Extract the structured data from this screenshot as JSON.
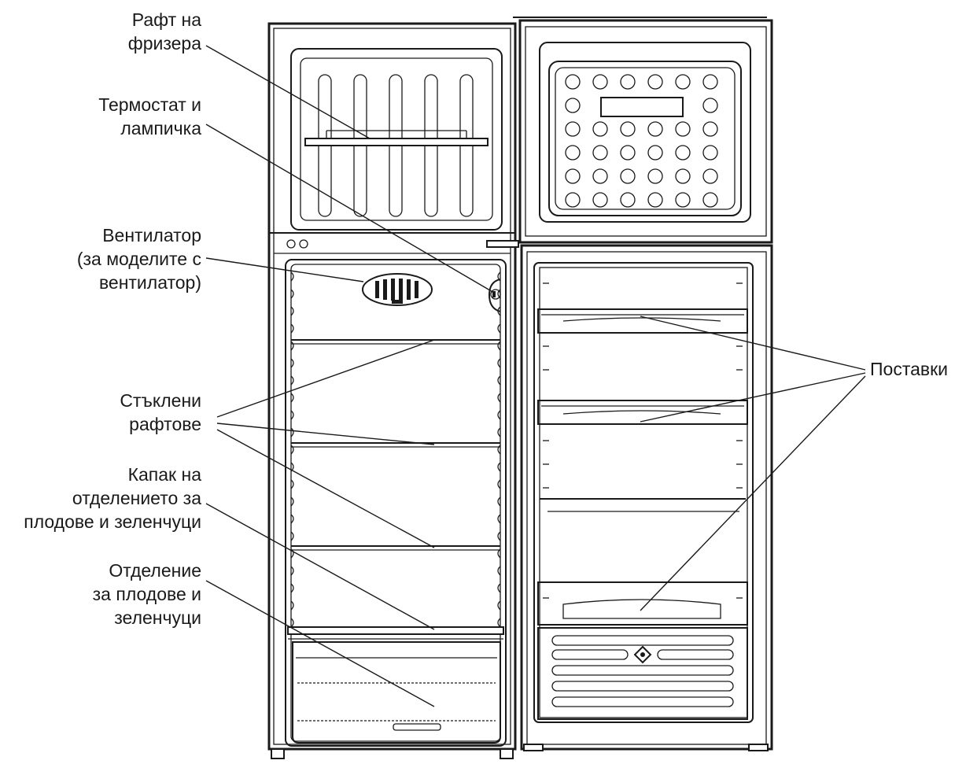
{
  "labels": {
    "freezer_shelf": [
      "Рафт на",
      "фризера"
    ],
    "thermostat_lamp": [
      "Термостат и",
      "лампичка"
    ],
    "fan": [
      "Вентилатор",
      "(за моделите с",
      "вентилатор)"
    ],
    "glass_shelves": [
      "Стъклени",
      "рафтове"
    ],
    "crisper_cover": [
      "Капак на",
      "отделението за",
      "плодове и зеленчуци"
    ],
    "crisper": [
      "Отделение",
      "за плодове и",
      "зеленчуци"
    ],
    "door_racks": [
      "Поставки"
    ]
  },
  "icons": {
    "fridge": "fridge-line-drawing",
    "fan": "fan-grille-icon",
    "lamp": "lamp-icon",
    "egg_holder": "egg-tray-icon",
    "door_logo": "logo-emblem-icon"
  },
  "colors": {
    "line": "#1a1a1a",
    "background": "#ffffff"
  }
}
